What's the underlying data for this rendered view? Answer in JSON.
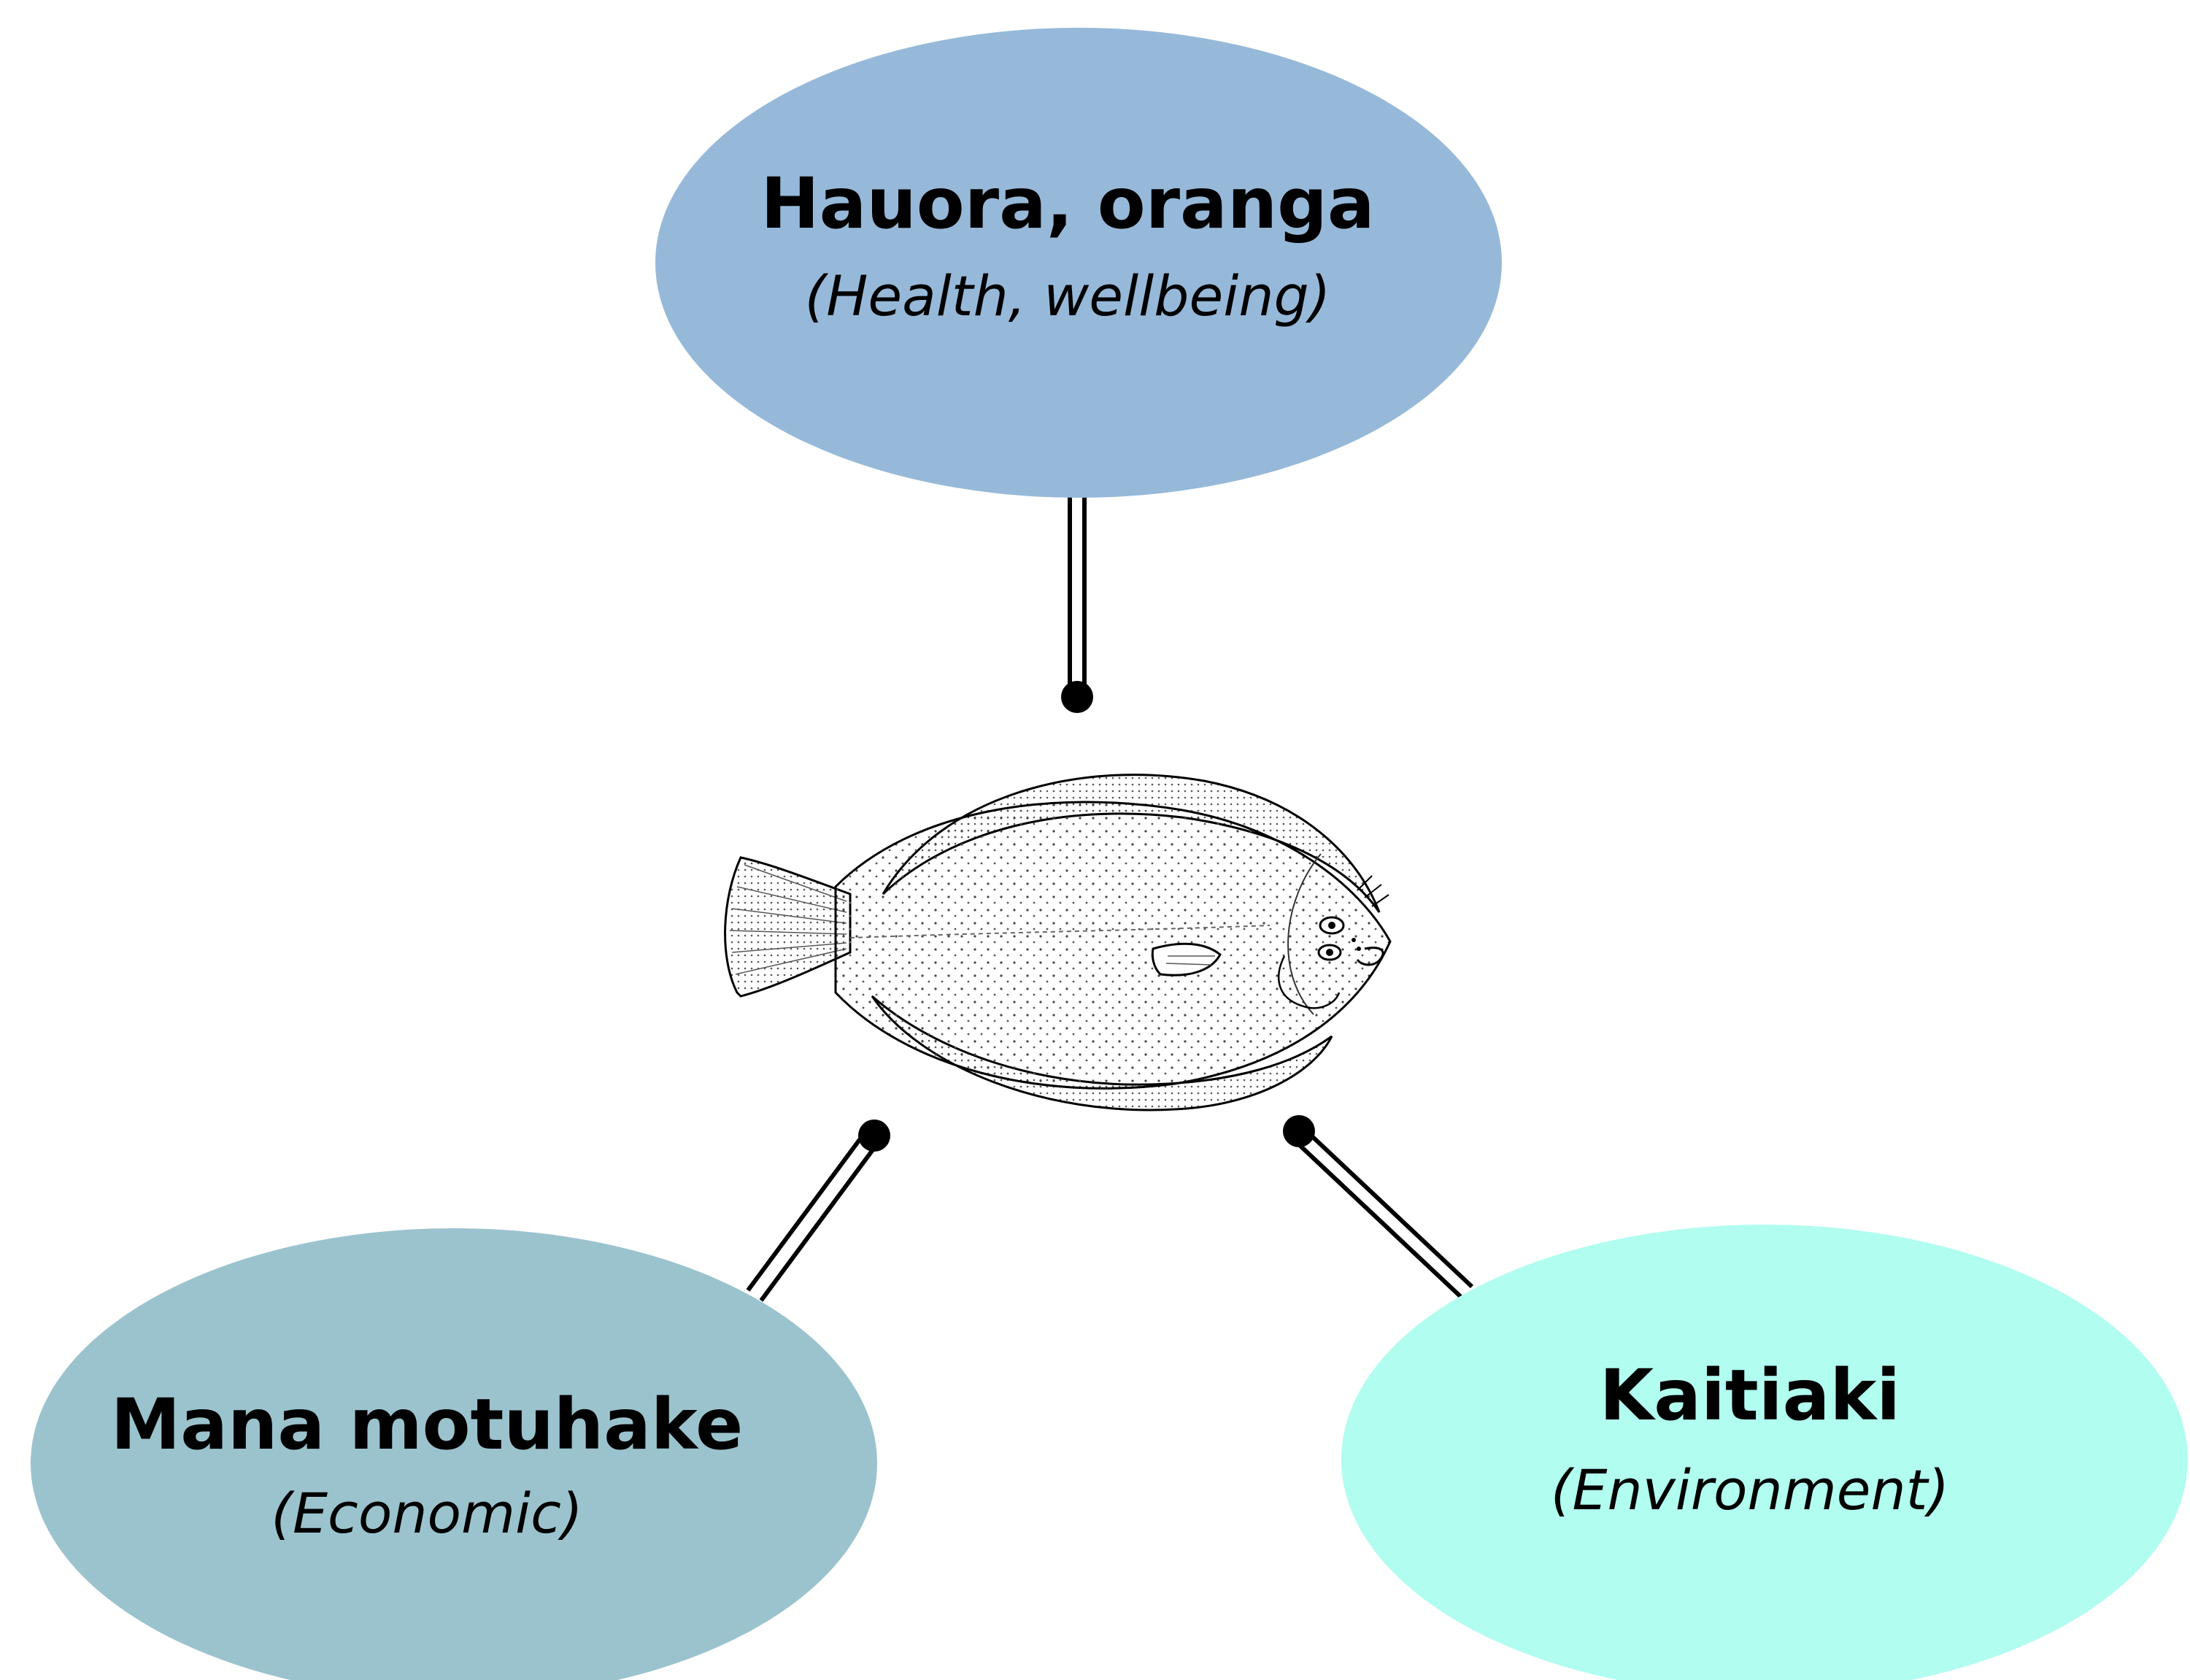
{
  "diagram": {
    "nodes": {
      "health": {
        "title": "Hauora, oranga",
        "subtitle": "(Health, wellbeing)",
        "color": "#97b9d9"
      },
      "economic": {
        "title": "Mana motuhake",
        "subtitle": "(Economic)",
        "color": "#9bc3ce"
      },
      "environment": {
        "title": "Kaitiaki",
        "subtitle": "(Environment)",
        "color": "#b1fdf0"
      }
    },
    "center_icon": "flounder-fish-illustration",
    "connector_style": "double-line-with-dot"
  }
}
